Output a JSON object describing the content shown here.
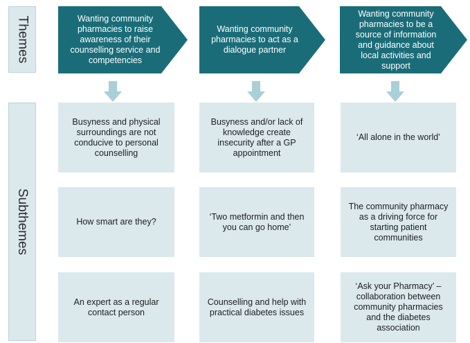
{
  "side_labels": {
    "themes": "Themes",
    "subthemes": "Subthemes"
  },
  "colors": {
    "theme_fill": "#1a6d78",
    "cell_fill": "#dbe9ed",
    "arrow_fill": "#a9cfd8"
  },
  "themes": [
    {
      "text": "Wanting community pharmacies to raise awareness of their counselling service and competencies"
    },
    {
      "text": "Wanting community pharmacies to act as a dialogue partner"
    },
    {
      "text": "Wanting community pharmacies to be a source of information and guidance about local activities and support"
    }
  ],
  "subthemes": [
    [
      "Busyness and physical surroundings are not conducive to personal counselling",
      "Busyness and/or lack of knowledge create insecurity after a GP appointment",
      "‘All alone in the world’"
    ],
    [
      "How smart are they?",
      "‘Two metformin and then you can go home’",
      "The community pharmacy as a driving force for starting patient communities"
    ],
    [
      "An expert as a regular contact person",
      "Counselling and help with practical diabetes issues",
      "‘Ask your Pharmacy’ – collaboration between community pharmacies and the diabetes association"
    ]
  ]
}
